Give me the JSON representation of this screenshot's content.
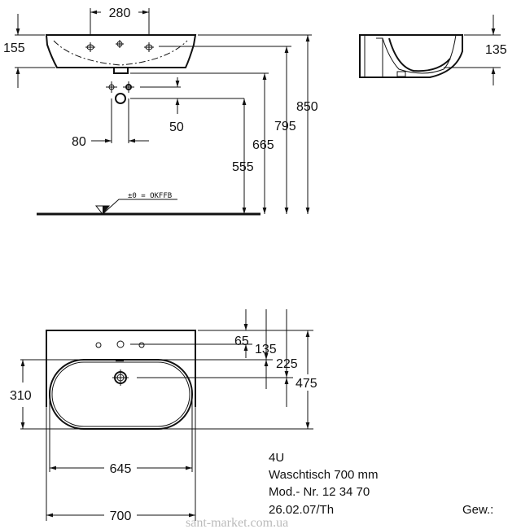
{
  "front_view": {
    "dims": {
      "d280": "280",
      "d155": "155",
      "d50": "50",
      "d80": "80",
      "d555": "555",
      "d665": "665",
      "d795": "795",
      "d850": "850"
    },
    "floor_label": "±0 = OKFFB"
  },
  "side_view": {
    "dims": {
      "d135": "135"
    }
  },
  "top_view": {
    "dims": {
      "d65": "65",
      "d135": "135",
      "d225": "225",
      "d475": "475",
      "d310": "310",
      "d645": "645",
      "d700": "700"
    }
  },
  "title_block": {
    "series": "4U",
    "product": "Waschtisch 700 mm",
    "model": "Mod.- Nr. 12 34 70",
    "date": "26.02.07/Th",
    "weight_label": "Gew.:"
  },
  "watermark": "sant-market.com.ua"
}
